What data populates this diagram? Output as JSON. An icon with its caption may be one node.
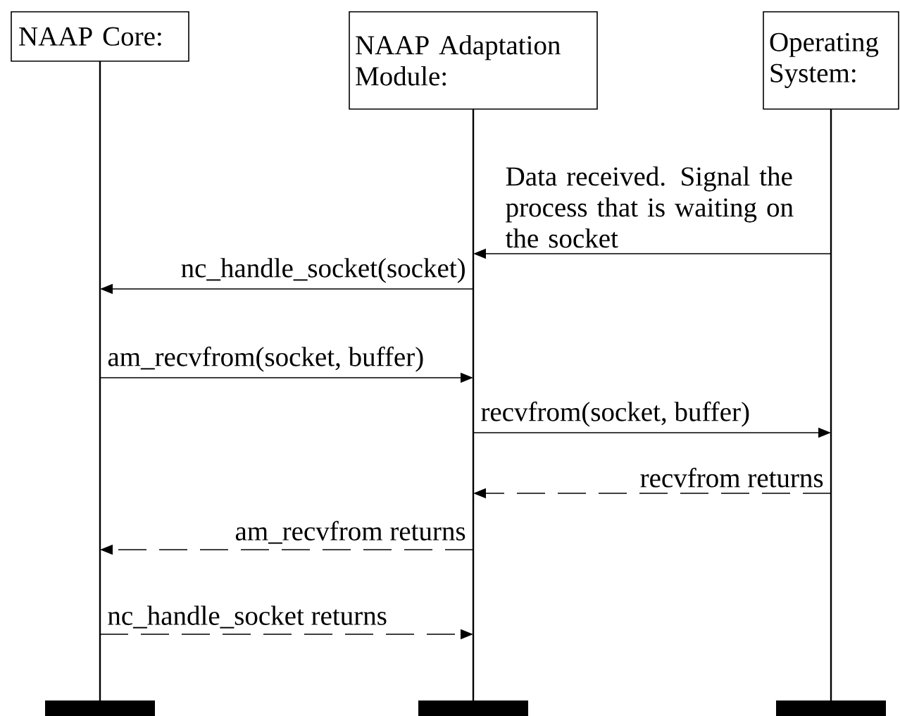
{
  "diagram": {
    "nodes": [
      {
        "text": [
          "NAAP Core:"
        ]
      },
      {
        "text": [
          "NAAP Adaptation Module:"
        ]
      },
      {
        "text": [
          "Operating System:"
        ]
      }
    ],
    "edges": [
      {
        "from": 2,
        "to": 1,
        "arrow": "to",
        "label": "Data received. Signal the process that is waiting on the socket"
      },
      {
        "from": 1,
        "to": 0,
        "arrow": "to",
        "label": "nc_handle_socket(socket)"
      },
      {
        "from": 0,
        "to": 1,
        "arrow": "to",
        "label": "am_recvfrom(socket, buffer)"
      },
      {
        "from": 1,
        "to": 2,
        "arrow": "to",
        "label": "recvfrom(socket, buffer)"
      },
      {
        "from": 2,
        "to": 1,
        "arrow": "to",
        "label": "recvfrom returns",
        "style": "dashed"
      },
      {
        "from": 1,
        "to": 0,
        "arrow": "to",
        "label": "am_recvfrom returns",
        "style": "dashed"
      },
      {
        "from": 0,
        "to": 1,
        "arrow": "to",
        "label": "nc_handle_socket returns",
        "style": "dashed"
      }
    ]
  }
}
